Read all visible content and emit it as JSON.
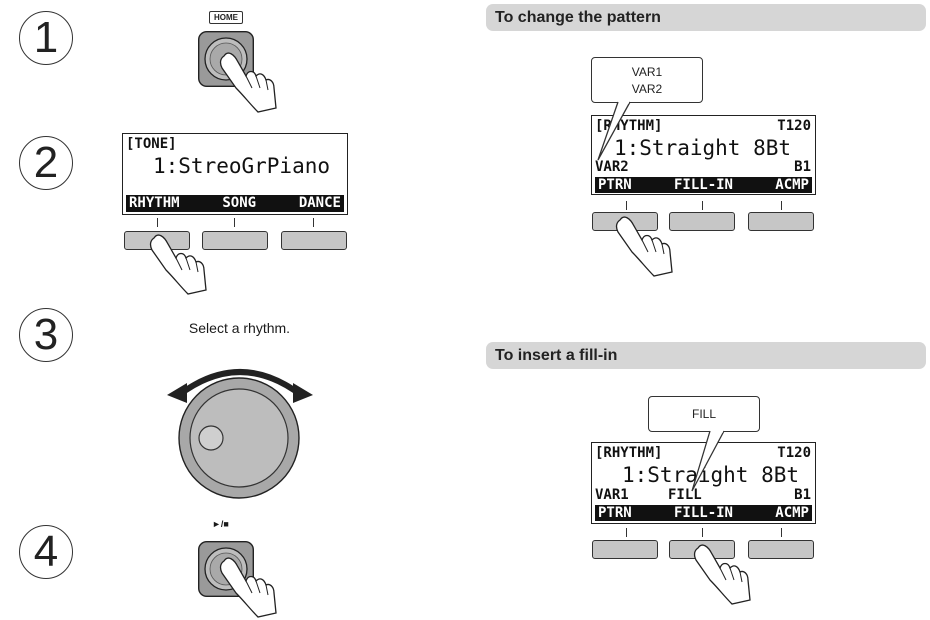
{
  "steps": {
    "s1": "1",
    "s2": "2",
    "s3": "3",
    "s4": "4"
  },
  "step1": {
    "button_label": "HOME"
  },
  "step2": {
    "lcd_header": "[TONE]",
    "lcd_line": "1:StreoGrPiano",
    "softkeys": [
      "RHYTHM",
      "SONG",
      "DANCE"
    ]
  },
  "step3": {
    "instruction": "Select a rhythm."
  },
  "step4": {
    "button_label": "►/■"
  },
  "change_pattern": {
    "title": "To change the pattern",
    "callout_line1": "VAR1",
    "callout_line2": "VAR2",
    "lcd_header_left": "[RHYTHM]",
    "lcd_tempo": "T120",
    "lcd_line": "1:Straight 8Bt",
    "lcd_variation": "VAR2",
    "lcd_fill": "",
    "lcd_beat": "B1",
    "softkeys": [
      "PTRN",
      "FILL-IN",
      "ACMP"
    ]
  },
  "insert_fill": {
    "title": "To insert a fill-in",
    "callout_text": "FILL",
    "lcd_header_left": "[RHYTHM]",
    "lcd_tempo": "T120",
    "lcd_line": "1:Straight 8Bt",
    "lcd_variation": "VAR1",
    "lcd_fill": "FILL",
    "lcd_beat": "B1",
    "softkeys": [
      "PTRN",
      "FILL-IN",
      "ACMP"
    ]
  },
  "icons": [
    "hand-pointer-icon",
    "dial-icon",
    "rotate-arrow-icon"
  ]
}
